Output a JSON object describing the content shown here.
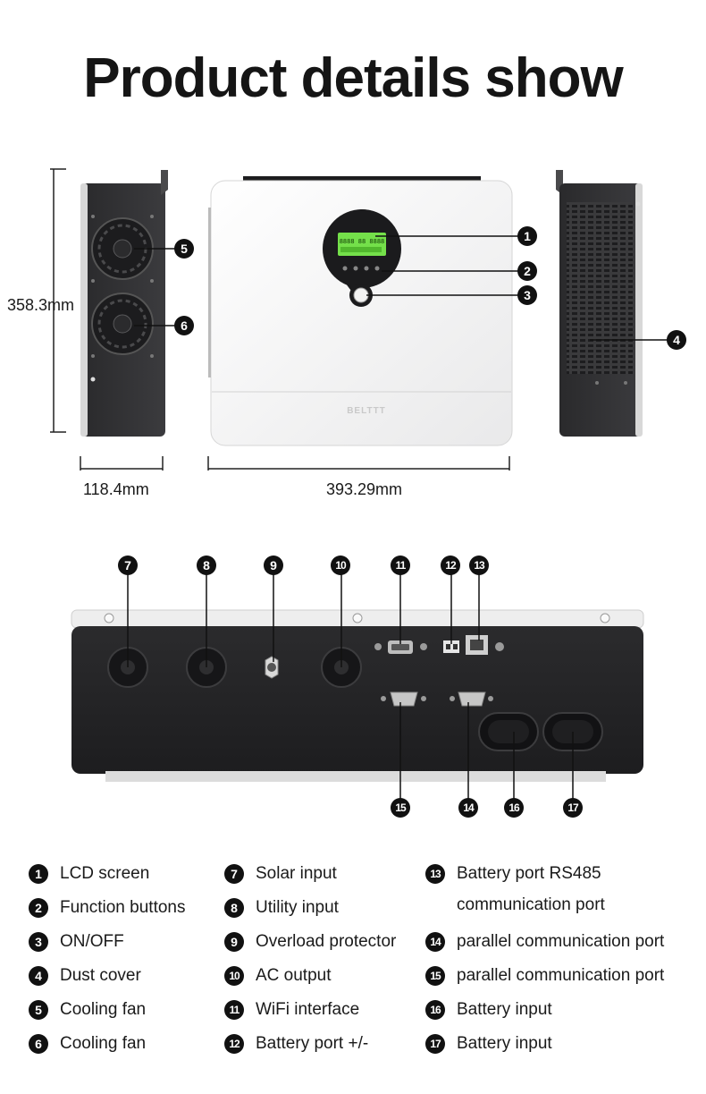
{
  "title": "Product details show",
  "dimensions": {
    "height": "358.3mm",
    "depth": "118.4mm",
    "width": "393.29mm"
  },
  "front_panel": {
    "brand": "BELTTT",
    "lcd_digits": "8888 88 8888"
  },
  "callouts": [
    "1",
    "2",
    "3",
    "4",
    "5",
    "6",
    "7",
    "8",
    "9",
    "10",
    "11",
    "12",
    "13",
    "14",
    "15",
    "16",
    "17"
  ],
  "legend": {
    "col1": [
      {
        "num": "1",
        "label": "LCD screen"
      },
      {
        "num": "2",
        "label": "Function buttons"
      },
      {
        "num": "3",
        "label": "ON/OFF"
      },
      {
        "num": "4",
        "label": "Dust cover"
      },
      {
        "num": "5",
        "label": "Cooling fan"
      },
      {
        "num": "6",
        "label": "Cooling fan"
      }
    ],
    "col2": [
      {
        "num": "7",
        "label": "Solar input"
      },
      {
        "num": "8",
        "label": "Utility input"
      },
      {
        "num": "9",
        "label": "Overload protector"
      },
      {
        "num": "10",
        "label": "AC output"
      },
      {
        "num": "11",
        "label": "WiFi interface"
      },
      {
        "num": "12",
        "label": "Battery port +/-"
      }
    ],
    "col3": [
      {
        "num": "13",
        "label": "Battery port RS485",
        "label2": "communication port"
      },
      {
        "num": "14",
        "label": "parallel communication port"
      },
      {
        "num": "15",
        "label": "parallel communication port"
      },
      {
        "num": "16",
        "label": "Battery input"
      },
      {
        "num": "17",
        "label": "Battery input"
      }
    ]
  }
}
